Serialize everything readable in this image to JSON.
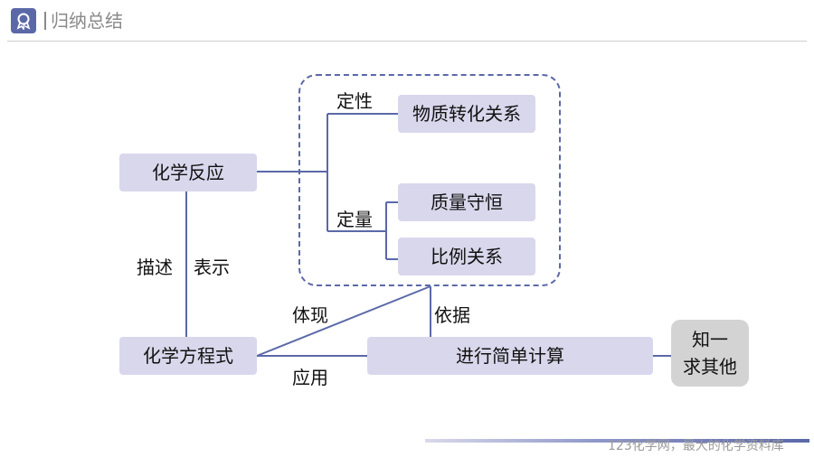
{
  "header": {
    "title": "归纳总结"
  },
  "nodes": {
    "chem_reaction": "化学反应",
    "material_conversion": "物质转化关系",
    "mass_conservation": "质量守恒",
    "proportion_relation": "比例关系",
    "chem_equation": "化学方程式",
    "simple_calculation": "进行简单计算",
    "know_one": "知一",
    "find_other": "求其他"
  },
  "labels": {
    "qualitative": "定性",
    "quantitative": "定量",
    "describe": "描述",
    "represent": "表示",
    "embody": "体现",
    "basis": "依据",
    "apply": "应用"
  },
  "footer": {
    "watermark": "123化学网，最大的化学资料库"
  },
  "colors": {
    "accent": "#5b68a8",
    "node_fill": "#d9d7ec",
    "gray_fill": "#d3d3d3"
  }
}
